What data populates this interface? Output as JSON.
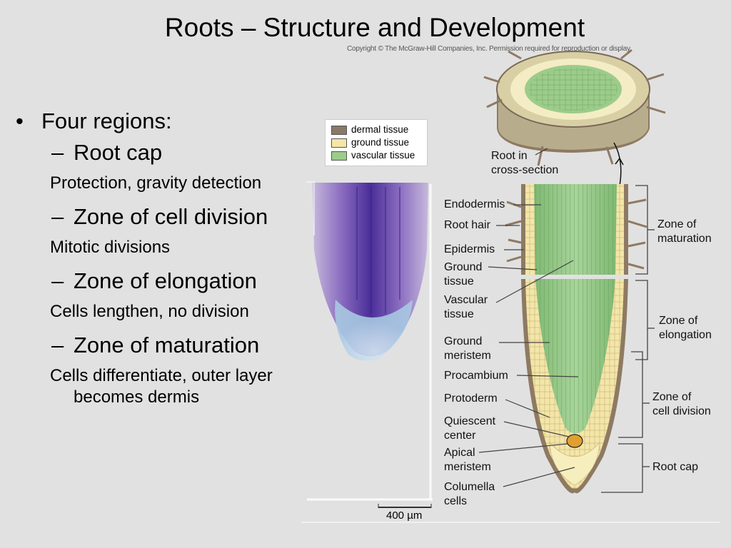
{
  "title": "Roots – Structure and Development",
  "copyright": "Copyright © The McGraw-Hill Companies, Inc. Permission required for reproduction or display.",
  "bullets": {
    "main": "Four regions:",
    "regions": [
      {
        "name": "Root cap",
        "desc": "Protection, gravity detection"
      },
      {
        "name": "Zone of cell division",
        "desc": "Mitotic divisions"
      },
      {
        "name": "Zone of elongation",
        "desc": "Cells lengthen, no division"
      },
      {
        "name": "Zone of maturation",
        "desc": "Cells differentiate, outer layer",
        "desc2": "becomes dermis"
      }
    ]
  },
  "legend": [
    {
      "label": "dermal tissue",
      "color": "#8a7868"
    },
    {
      "label": "ground tissue",
      "color": "#f3e6a8"
    },
    {
      "label": "vascular tissue",
      "color": "#9ccc8a"
    }
  ],
  "cross_section_label": {
    "line1": "Root in",
    "line2": "cross-section"
  },
  "structure_labels": {
    "endodermis": "Endodermis",
    "root_hair": "Root hair",
    "epidermis": "Epidermis",
    "ground_tissue": [
      "Ground",
      "tissue"
    ],
    "vascular_tissue": [
      "Vascular",
      "tissue"
    ],
    "ground_meristem": [
      "Ground",
      "meristem"
    ],
    "procambium": "Procambium",
    "protoderm": "Protoderm",
    "quiescent_center": [
      "Quiescent",
      "center"
    ],
    "apical_meristem": [
      "Apical",
      "meristem"
    ],
    "columella_cells": [
      "Columella",
      "cells"
    ]
  },
  "zone_labels": {
    "maturation": [
      "Zone of",
      "maturation"
    ],
    "elongation": [
      "Zone of",
      "elongation"
    ],
    "division": [
      "Zone of",
      "cell division"
    ],
    "root_cap": "Root cap"
  },
  "scale_bar": "400 µm"
}
